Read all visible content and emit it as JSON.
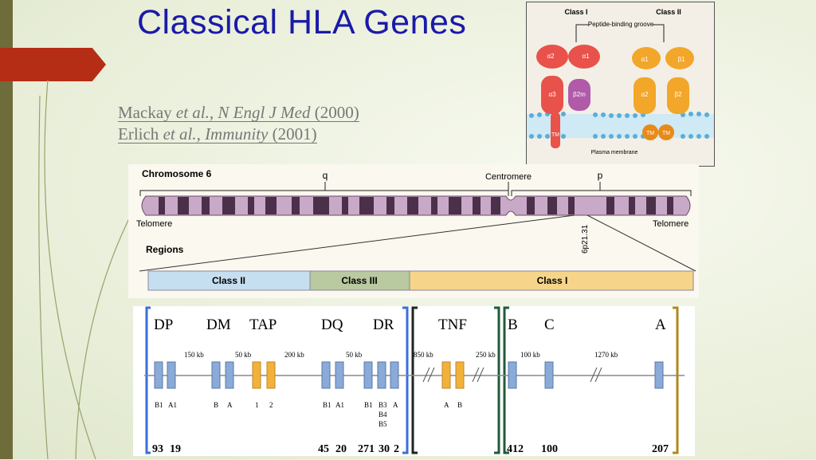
{
  "slide": {
    "title": "Classical HLA Genes",
    "references": [
      {
        "author": "Mackay",
        "etal": "et al.",
        "journal": "N Engl J Med",
        "year": "(2000)"
      },
      {
        "author": "Erlich",
        "etal": "et al.",
        "journal": "Immunity",
        "year": "(2001)"
      }
    ]
  },
  "molecule_figure": {
    "class1_label": "Class I",
    "class2_label": "Class II",
    "groove_label": "Peptide-binding groove",
    "domains_class1": [
      "α2",
      "α1",
      "α3",
      "β2m",
      "TM"
    ],
    "domains_class2": [
      "α1",
      "β1",
      "α2",
      "β2",
      "TM",
      "TM"
    ],
    "membrane_label": "Plasma membrane",
    "colors": {
      "class1": "#e8524a",
      "beta2m": "#b05aa8",
      "class2": "#f2a62a",
      "membrane": "#8cc8e8"
    }
  },
  "chromosome_figure": {
    "title": "Chromosome 6",
    "arm_q": "q",
    "arm_p": "p",
    "centromere": "Centromere",
    "telomere_left": "Telomere",
    "telomere_right": "Telomere",
    "band": "6p21.31",
    "regions_label": "Regions",
    "regions": [
      {
        "label": "Class II",
        "color": "#c6dff0"
      },
      {
        "label": "Class III",
        "color": "#b9c9a0"
      },
      {
        "label": "Class I",
        "color": "#f6d58a"
      }
    ]
  },
  "gene_map": {
    "groups": [
      {
        "label": "DP"
      },
      {
        "label": "DM"
      },
      {
        "label": "TAP"
      },
      {
        "label": "DQ"
      },
      {
        "label": "DR"
      },
      {
        "label": "TNF"
      },
      {
        "label": "B"
      },
      {
        "label": "C"
      },
      {
        "label": "A"
      }
    ],
    "distances": [
      "150 kb",
      "50 kb",
      "200 kb",
      "50 kb",
      "850 kb",
      "250 kb",
      "100 kb",
      "1270 kb"
    ],
    "gene_labels": [
      "B1",
      "A1",
      "B",
      "A",
      "1",
      "2",
      "B1",
      "A1",
      "B1",
      "B3",
      "B4",
      "B5",
      "A",
      "A",
      "B"
    ],
    "allele_counts": [
      "93",
      "19",
      "45",
      "20",
      "271",
      "30",
      "2",
      "412",
      "100",
      "207"
    ],
    "colors": {
      "gene_blue": "#8aaad8",
      "gene_orange": "#f2b23a",
      "bracket_class2": "#3a6fd8",
      "bracket_class3": "#222222",
      "bracket_tnf": "#1f5a3a",
      "bracket_class1": "#b08a1a"
    }
  }
}
